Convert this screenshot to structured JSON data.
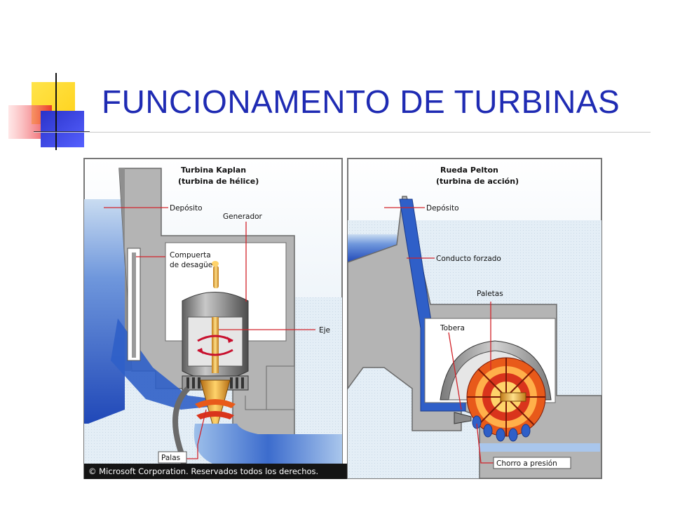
{
  "slide": {
    "title": "FUNCIONAMENTO DE TURBINAS"
  },
  "kaplan": {
    "title": "Turbina Kaplan",
    "subtitle": "(turbina de hélice)",
    "labels": {
      "deposito": "Depósito",
      "generador": "Generador",
      "compuerta_1": "Compuerta",
      "compuerta_2": "de desagüe",
      "eje": "Eje",
      "palas": "Palas"
    }
  },
  "pelton": {
    "title": "Rueda Pelton",
    "subtitle": "(turbina de acción)",
    "labels": {
      "deposito": "Depósito",
      "conducto": "Conducto forzado",
      "paletas": "Paletas",
      "tobera": "Tobera",
      "chorro": "Chorro a presión"
    }
  },
  "copyright": "© Microsoft Corporation. Reservados todos los derechos.",
  "colors": {
    "title": "#1f2bb3",
    "structure": "#b4b4b4",
    "water": "#2f5fc8",
    "sky": "#e4eef6",
    "callout": "#d2232a"
  }
}
